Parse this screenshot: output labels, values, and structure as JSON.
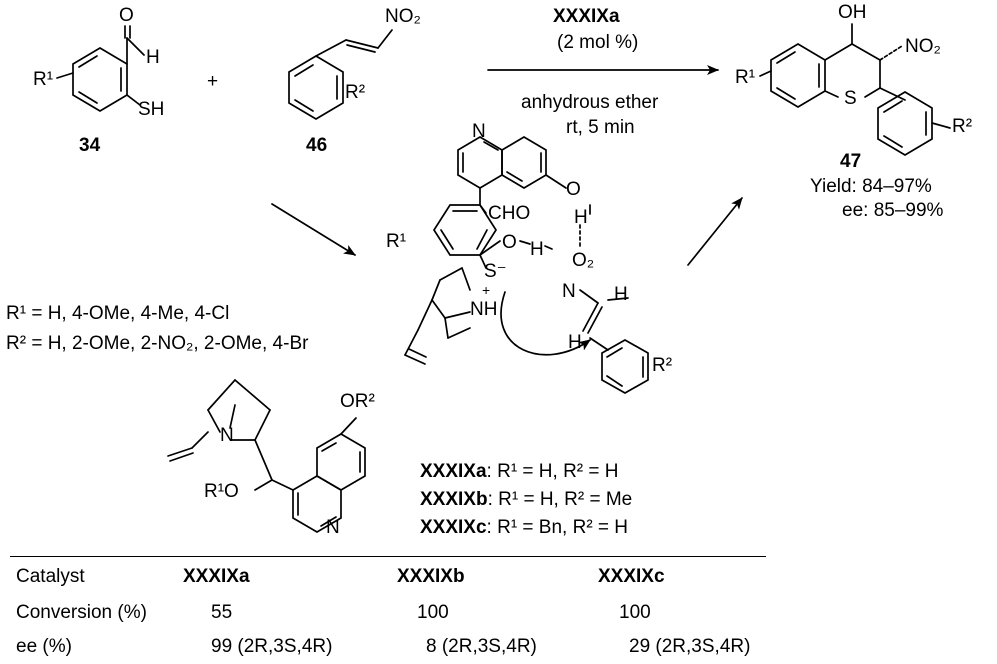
{
  "scheme": {
    "compound_aldehyde": "34",
    "compound_nitroalkene": "46",
    "compound_product": "47",
    "plus": "+",
    "catalyst_label": "XXXIXa",
    "catalyst_loading": "(2 mol %)",
    "solvent": "anhydrous ether",
    "conditions": "rt, 5 min",
    "yield": "Yield: 84–97%",
    "ee": "ee: 85–99%",
    "r1_definitions": "R¹ = H, 4-OMe, 4-Me, 4-Cl",
    "r2_definitions": "R² = H, 2-OMe, 2-NO₂, 2-OMe, 4-Br",
    "atoms": {
      "o_aldehyde": "O",
      "h_aldehyde": "H",
      "sh": "SH",
      "r1": "R¹",
      "no2": "NO₂",
      "r2": "R²",
      "oh": "OH",
      "s": "S",
      "n_quinoline": "N",
      "o_phenol": "O",
      "h_phenol": "H",
      "cho": "CHO",
      "o_hemi": "O",
      "h_hemi": "H",
      "o2": "O₂",
      "s_minus": "S⁻",
      "nh_plus": "NH",
      "plus_charge": "+",
      "n_nitro": "N",
      "h_vinyl1": "H",
      "h_vinyl2": "H",
      "n_quinuclidine": "N",
      "or2": "OR²",
      "r1o": "R¹O"
    }
  },
  "catalysts": [
    {
      "name": "XXXIXa",
      "definition": ": R¹ = H, R² = H"
    },
    {
      "name": "XXXIXb",
      "definition": ": R¹ = H, R² = Me"
    },
    {
      "name": "XXXIXc",
      "definition": ": R¹ = Bn, R² = H"
    }
  ],
  "table": {
    "headers": [
      "Catalyst",
      "XXXIXa",
      "XXXIXb",
      "XXXIXc"
    ],
    "rows": [
      {
        "label": "Conversion (%)",
        "values": [
          "55",
          "100",
          "100"
        ]
      },
      {
        "label": "ee (%)",
        "values": [
          "99 (2R,3S,4R)",
          "8 (2R,3S,4R)",
          "29 (2R,3S,4R)"
        ]
      }
    ]
  }
}
